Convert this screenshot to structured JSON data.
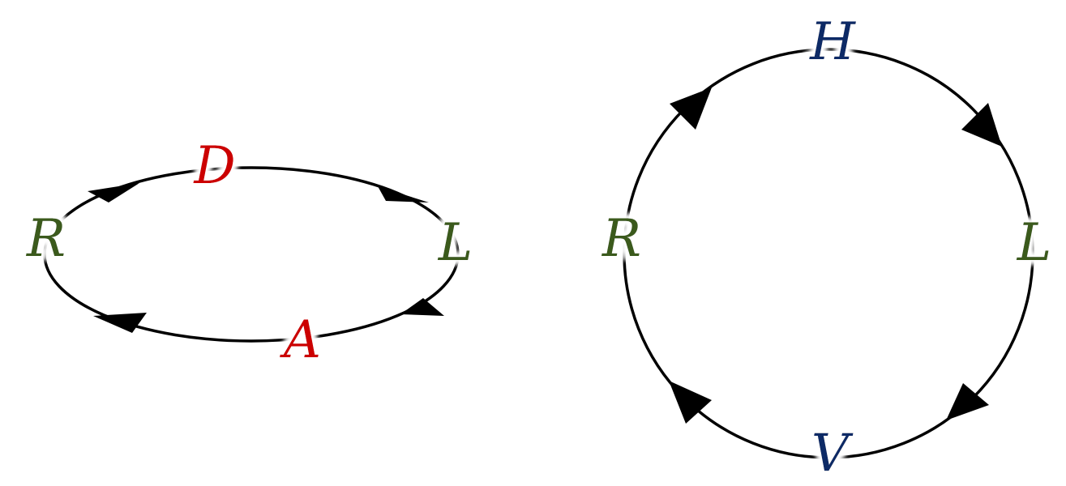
{
  "colors": {
    "green": "#3a5a1e",
    "red": "#cc0000",
    "blue": "#0d2a66",
    "line": "#000000",
    "background": "#ffffff"
  },
  "left_cycle": {
    "labels": {
      "top": "D",
      "right": "L",
      "bottom": "A",
      "left": "R"
    },
    "label_colors": {
      "top": "red",
      "right": "green",
      "bottom": "red",
      "left": "green"
    },
    "direction": "clockwise"
  },
  "right_cycle": {
    "labels": {
      "top": "H",
      "right": "L",
      "bottom": "V",
      "left": "R"
    },
    "label_colors": {
      "top": "blue",
      "right": "green",
      "bottom": "blue",
      "left": "green"
    },
    "direction": "clockwise"
  }
}
